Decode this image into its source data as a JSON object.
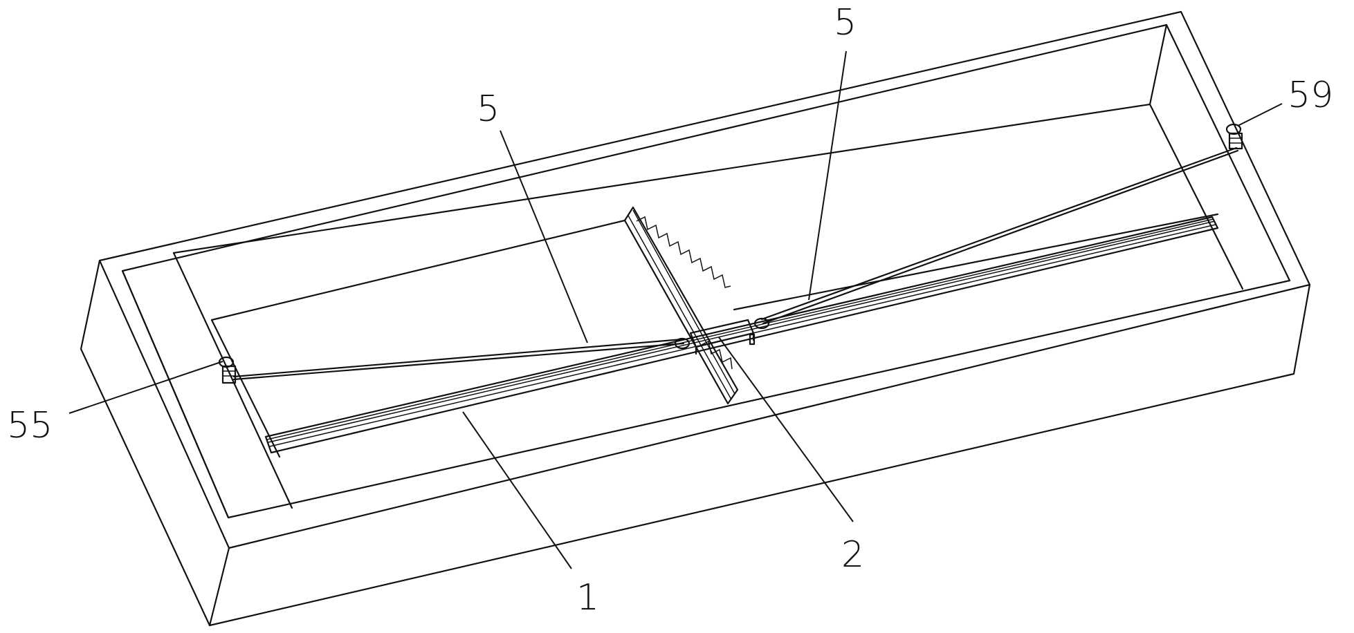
{
  "figure": {
    "callouts": [
      {
        "id": "5a",
        "text": "5"
      },
      {
        "id": "5b",
        "text": "5"
      },
      {
        "id": "59",
        "text": "59"
      },
      {
        "id": "55",
        "text": "55"
      },
      {
        "id": "2",
        "text": "2"
      },
      {
        "id": "1",
        "text": "1"
      }
    ]
  }
}
